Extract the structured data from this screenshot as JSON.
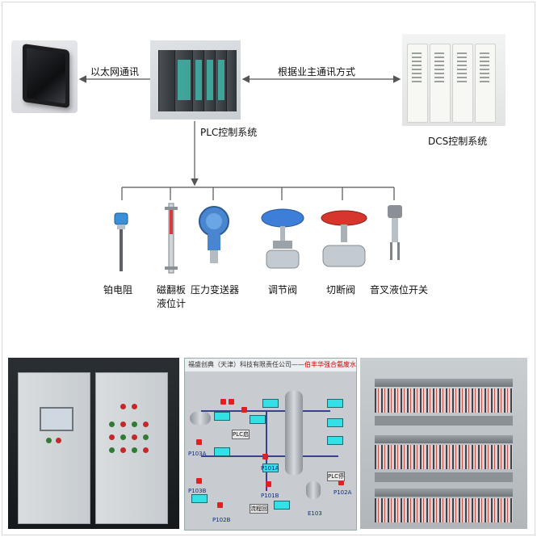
{
  "diagram": {
    "top": {
      "ethernet_label": "以太网通讯",
      "plc_label": "PLC控制系统",
      "owner_comm_label": "根据业主通讯方式",
      "dcs_label": "DCS控制系统"
    },
    "instruments": [
      {
        "label": "铂电阻"
      },
      {
        "label_line1": "磁翻板",
        "label_line2": "液位计"
      },
      {
        "label": "压力变送器"
      },
      {
        "label": "调节阀"
      },
      {
        "label": "切断阀"
      },
      {
        "label": "音叉液位开关"
      }
    ]
  },
  "hmi": {
    "header_a": "福盛创典（天津）科技有限责任公司",
    "header_b": "——",
    "header_c": "伯丰华强合氨废水处",
    "tags": [
      "PLC启",
      "P103A",
      "P103B",
      "P102B",
      "P101A",
      "P101B",
      "P102A",
      "E103",
      "PLC停",
      "流程回"
    ]
  },
  "colors": {
    "line": "#555555",
    "hmi_cyan": "#33e0e6",
    "hmi_red": "#e51d1d",
    "valve_blue": "#3d7fd8",
    "valve_red": "#d6362c"
  }
}
